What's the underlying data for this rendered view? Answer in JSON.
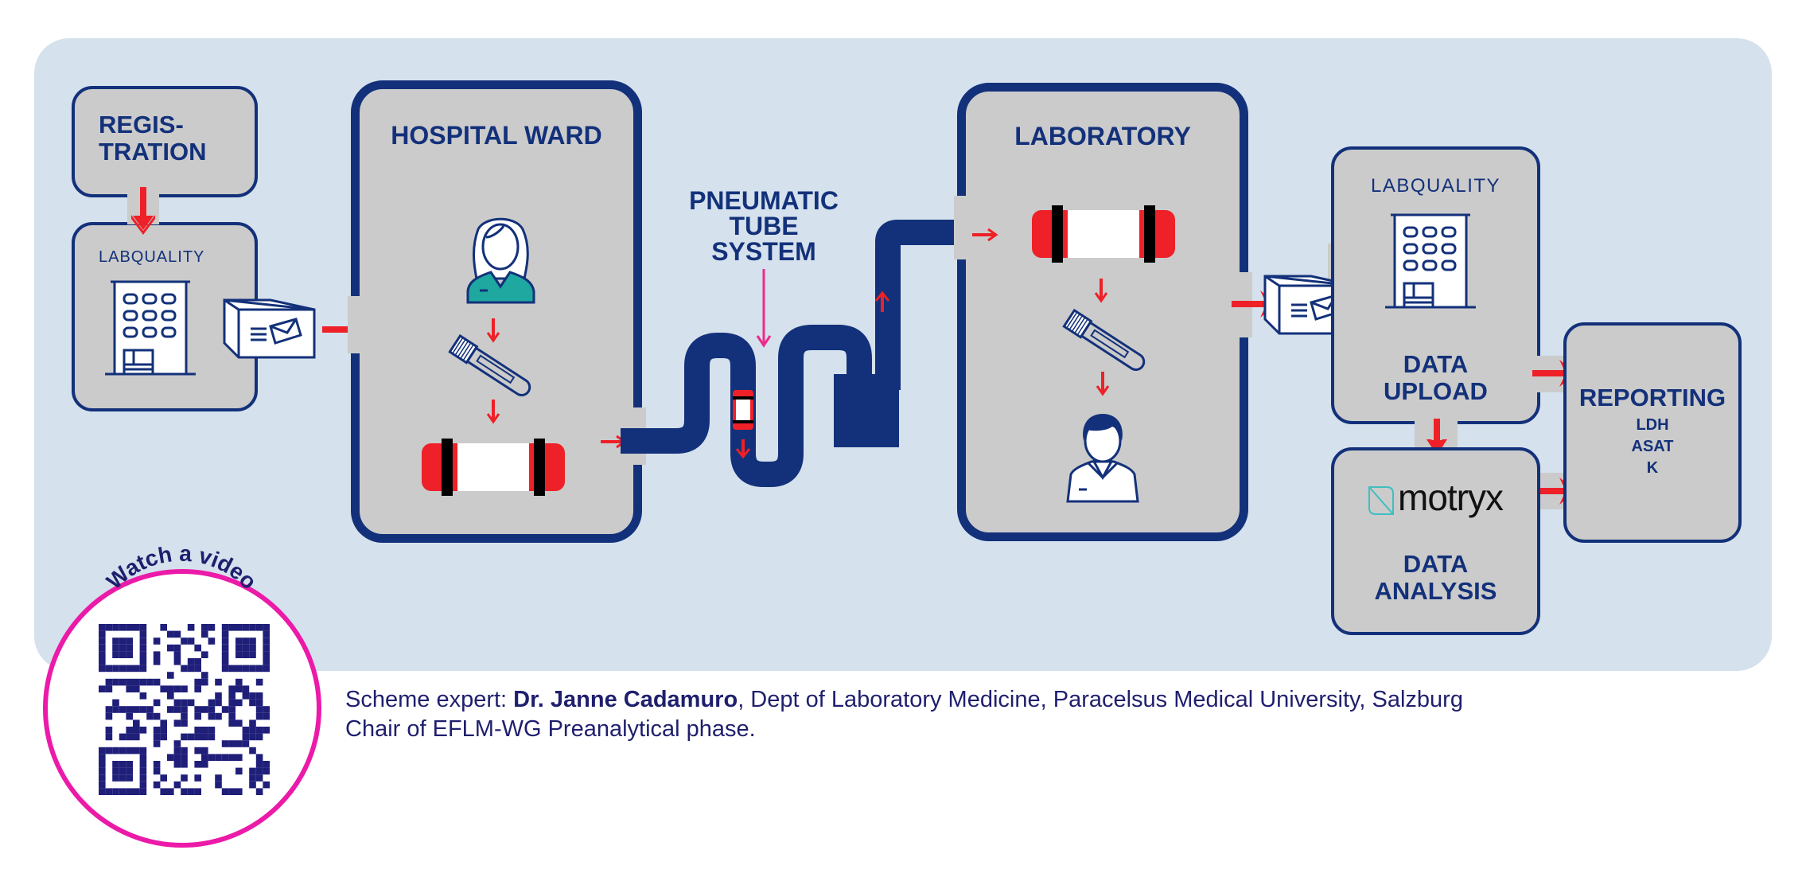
{
  "colors": {
    "navy": "#13317a",
    "box_fill": "#cbcbcb",
    "panel_bg": "#d5e1ed",
    "arrow_red": "#ee2028",
    "pink": "#ec2a8c",
    "teal": "#1fa8a0"
  },
  "registration": {
    "title_line1": "REGIS-",
    "title_line2": "TRATION"
  },
  "labquality_left": {
    "logo": "LABQUALITY",
    "icon": "building-icon"
  },
  "hospital_ward": {
    "title": "HOSPITAL WARD",
    "icons": [
      "nurse-icon",
      "blood-tube-icon",
      "sample-tube-icon"
    ]
  },
  "pneumatic": {
    "line1": "PNEUMATIC",
    "line2": "TUBE",
    "line3": "SYSTEM"
  },
  "laboratory": {
    "title": "LABORATORY",
    "icons": [
      "sample-tube-icon",
      "blood-tube-icon",
      "lab-worker-icon"
    ]
  },
  "data_upload": {
    "logo": "LABQUALITY",
    "line1": "DATA",
    "line2": "UPLOAD"
  },
  "data_analysis": {
    "logo": "motryx",
    "line1": "DATA",
    "line2": "ANALYSIS"
  },
  "reporting": {
    "title": "REPORTING",
    "items": [
      "LDH",
      "ASAT",
      "K"
    ]
  },
  "qr": {
    "caption": "Watch a video"
  },
  "footer": {
    "prefix": "Scheme expert: ",
    "name": "Dr. Janne Cadamuro",
    "suffix": ", Dept of Laboratory Medicine, Paracelsus Medical University, Salzburg",
    "line2": "Chair of EFLM-WG Preanalytical phase."
  }
}
